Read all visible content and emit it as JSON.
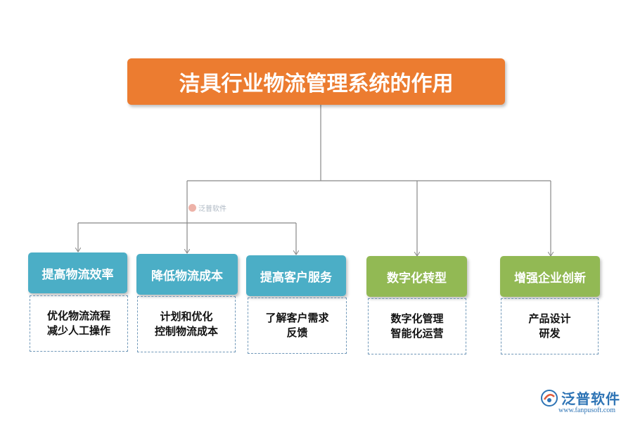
{
  "title": "洁具行业物流管理系统的作用",
  "watermark": "泛普软件",
  "colors": {
    "title_bg": "#ec7c30",
    "blue_head": "#4baec6",
    "green_head": "#92b954",
    "connector": "#888888",
    "dash_border": "#6f97b8",
    "logo": "#2e74b5"
  },
  "nodes": [
    {
      "heading": "提高物流效率",
      "color": "blue",
      "lines": [
        "优化物流流程",
        "减少人工操作"
      ]
    },
    {
      "heading": "降低物流成本",
      "color": "blue",
      "lines": [
        "计划和优化",
        "控制物流成本"
      ]
    },
    {
      "heading": "提高客户服务",
      "color": "blue",
      "lines": [
        "了解客户需求",
        "反馈"
      ]
    },
    {
      "heading": "数字化转型",
      "color": "green",
      "lines": [
        "数字化管理",
        "智能化运营"
      ]
    },
    {
      "heading": "增强企业创新",
      "color": "green",
      "lines": [
        "产品设计",
        "研发"
      ]
    }
  ],
  "logo": {
    "name": "泛普软件",
    "url": "www.fanpusoft.com",
    "icon": "fanpu-logo-icon"
  }
}
